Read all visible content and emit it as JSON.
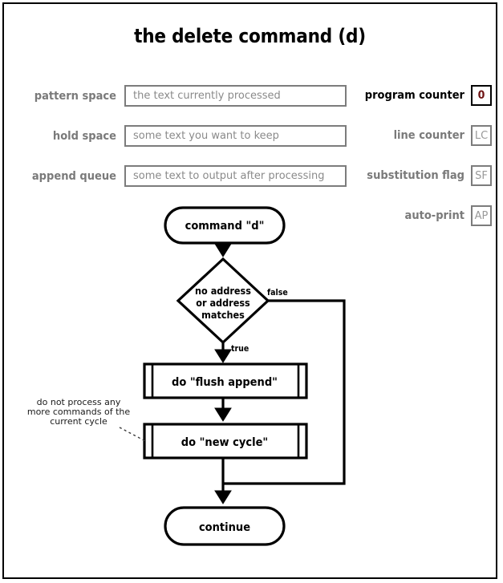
{
  "title": "the delete command (d)",
  "registers": {
    "left": [
      {
        "label": "pattern space",
        "placeholder": "the text currently processed",
        "active": false
      },
      {
        "label": "hold space",
        "placeholder": "some text you want to keep",
        "active": false
      },
      {
        "label": "append queue",
        "placeholder": "some text to output after processing",
        "active": false
      }
    ],
    "right": [
      {
        "label": "program counter",
        "value": "0",
        "active": true
      },
      {
        "label": "line counter",
        "value": "LC",
        "active": false
      },
      {
        "label": "substitution flag",
        "value": "SF",
        "active": false
      },
      {
        "label": "auto-print",
        "value": "AP",
        "active": false
      }
    ]
  },
  "flowchart": {
    "type": "flowchart",
    "nodes": {
      "start": {
        "shape": "stadium",
        "label": "command \"d\""
      },
      "decision": {
        "shape": "diamond",
        "line1": "no address",
        "line2": "or address",
        "line3": "matches"
      },
      "flush": {
        "shape": "subroutine",
        "label": "do \"flush append\""
      },
      "newcycle": {
        "shape": "subroutine",
        "label": "do \"new cycle\""
      },
      "end": {
        "shape": "stadium",
        "label": "continue"
      }
    },
    "edge_labels": {
      "true": "true",
      "false": "false"
    },
    "annotation": {
      "line1": "do not process any",
      "line2": "more commands of the",
      "line3": "current cycle"
    }
  },
  "colors": {
    "accent_red": "#6e1212",
    "muted_gray": "#7a7a7a",
    "border_gray": "#7c7c7c",
    "ink": "#000000"
  }
}
